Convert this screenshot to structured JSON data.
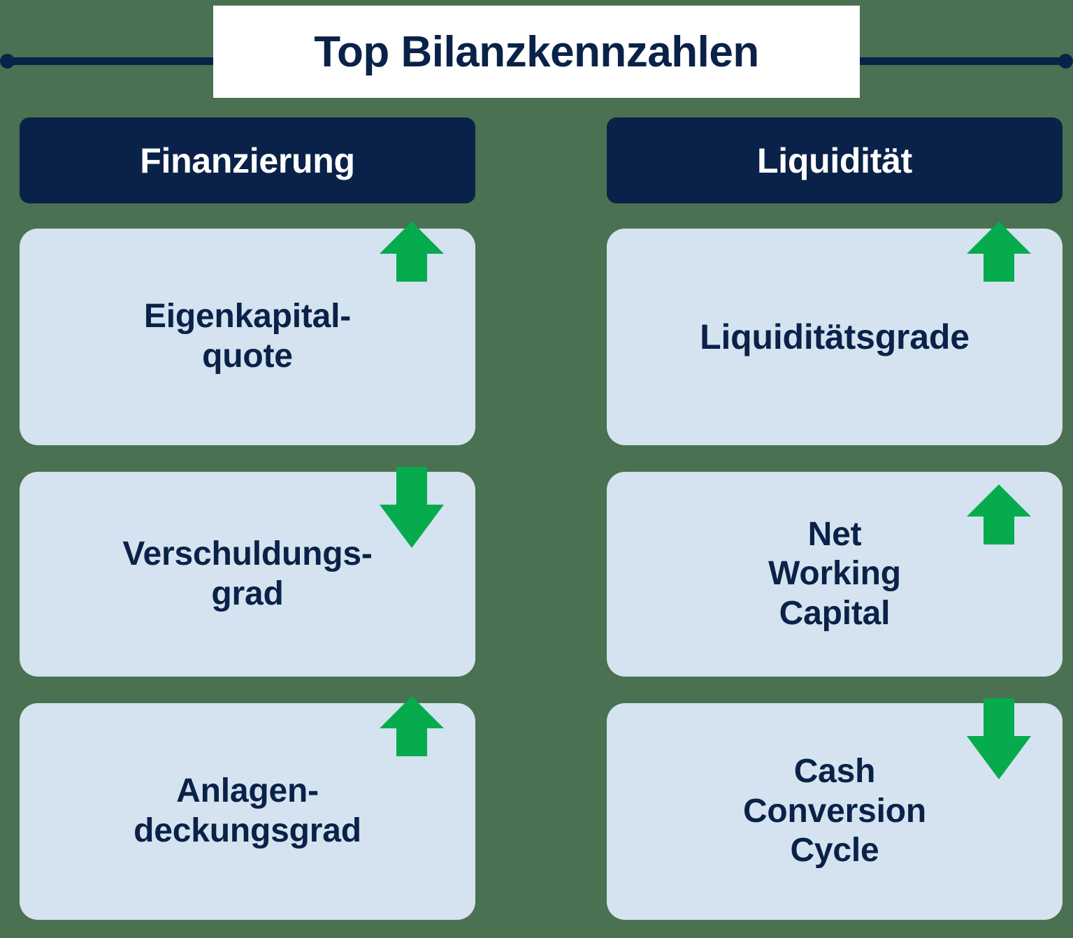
{
  "header": {
    "title": "Top Bilanzkennzahlen",
    "rule_color": "#0a2249",
    "plate_color": "#ffffff"
  },
  "theme": {
    "background": "#4a7151",
    "navy": "#0a2249",
    "card_blue": "#d4e3ef",
    "arrow_green": "#06ab4e"
  },
  "columns": [
    {
      "header": "Finanzierung",
      "cards": [
        {
          "label": "Eigenkapital-\nquote",
          "trend": "up",
          "trend_icon": "arrow-up-icon"
        },
        {
          "label": "Verschuldungs-\ngrad",
          "trend": "down",
          "trend_icon": "arrow-down-icon"
        },
        {
          "label": "Anlagen-\ndeckungsgrad",
          "trend": "up",
          "trend_icon": "arrow-up-icon"
        }
      ]
    },
    {
      "header": "Liquidität",
      "cards": [
        {
          "label": "Liquiditätsgrade",
          "trend": "up",
          "trend_icon": "arrow-up-icon"
        },
        {
          "label": "Net\nWorking\nCapital",
          "trend": "up",
          "trend_icon": "arrow-up-icon"
        },
        {
          "label": "Cash\nConversion\nCycle",
          "trend": "down",
          "trend_icon": "arrow-down-icon"
        }
      ]
    }
  ]
}
